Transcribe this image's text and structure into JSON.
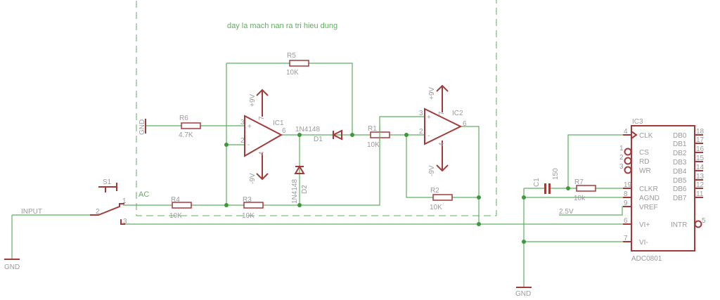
{
  "title_note": "day la mach nan ra tri hieu dung",
  "net_labels": {
    "input": "INPUT",
    "gnd_left": "GND",
    "gnd_r6": "GND",
    "gnd_adc": "GND",
    "ac": "AC",
    "vref": "2.5V"
  },
  "switch": {
    "name": "S1",
    "pin1": "1",
    "pin2": "2",
    "pin3": "3"
  },
  "resistors": [
    {
      "name": "R1",
      "value": "10K"
    },
    {
      "name": "R2",
      "value": "10K"
    },
    {
      "name": "R3",
      "value": "10K"
    },
    {
      "name": "R4",
      "value": "10K"
    },
    {
      "name": "R5",
      "value": "10K"
    },
    {
      "name": "R6",
      "value": "4.7K"
    },
    {
      "name": "R7",
      "value": "10k"
    }
  ],
  "diodes": [
    {
      "name": "D1",
      "value": "1N4148"
    },
    {
      "name": "D2",
      "value": "1N4148"
    }
  ],
  "capacitor": {
    "name": "C1",
    "value": "150"
  },
  "opamps": [
    {
      "name": "IC1",
      "vpos": "+9V",
      "vneg": "-9V",
      "pin_in_pos": "3",
      "pin_in_neg": "2",
      "pin_out": "6",
      "pin_vpos": "7",
      "pin_vneg": "4",
      "plus": "+",
      "minus": "-"
    },
    {
      "name": "IC2",
      "vpos": "+9V",
      "vneg": "-9V",
      "pin_in_pos": "3",
      "pin_in_neg": "2",
      "pin_out": "6",
      "pin_vpos": "7",
      "pin_vneg": "4",
      "plus": "+",
      "minus": "-"
    }
  ],
  "adc": {
    "name": "IC3",
    "part": "ADC0801",
    "left_pins": [
      {
        "label": "CLK",
        "num": "4"
      },
      {
        "label": "CS",
        "num": "1"
      },
      {
        "label": "RD",
        "num": "2"
      },
      {
        "label": "WR",
        "num": "3"
      },
      {
        "label": "CLKR",
        "num": "19"
      },
      {
        "label": "AGND",
        "num": "8"
      },
      {
        "label": "VREF",
        "num": "9"
      },
      {
        "label": "VI+",
        "num": "6"
      },
      {
        "label": "VI-",
        "num": "7"
      }
    ],
    "right_pins": [
      {
        "label": "DB0",
        "num": "18"
      },
      {
        "label": "DB1",
        "num": "17"
      },
      {
        "label": "DB2",
        "num": "16"
      },
      {
        "label": "DB3",
        "num": "15"
      },
      {
        "label": "DB4",
        "num": "14"
      },
      {
        "label": "DB5",
        "num": "13"
      },
      {
        "label": "DB6",
        "num": "12"
      },
      {
        "label": "DB7",
        "num": "11"
      },
      {
        "label": "INTR",
        "num": "5"
      }
    ]
  }
}
